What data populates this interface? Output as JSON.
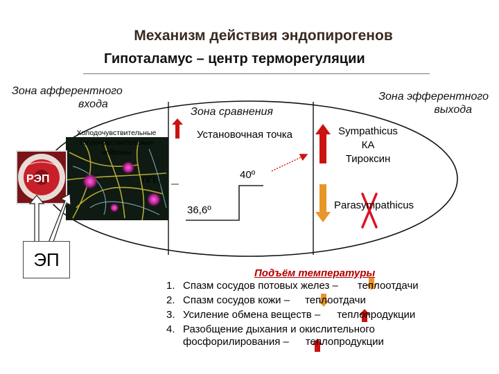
{
  "title": "Механизм действия эндопирогенов",
  "subtitle": "Гипоталамус – центр терморегуляции",
  "zones": {
    "afferent_line1": "Зона афферентного",
    "afferent_line2": "входа",
    "comparison": "Зона сравнения",
    "efferent_line1": "Зона эфферентного",
    "efferent_line2": "выхода"
  },
  "neurons": {
    "line1": "Холодочувствительные",
    "line2": "теплочувствительные",
    "line3": "нейроны"
  },
  "labels": {
    "rep": "РЭП",
    "pge": "ПГЕ",
    "pge_sub": "2",
    "setpoint": "Установочная точка",
    "t_high": "40º",
    "t_low": "36,6º",
    "sympathicus": "Sympathicus",
    "ka": "КА",
    "thyroxin": "Тироксин",
    "parasympathicus": "Parasympathicus",
    "ep": "ЭП"
  },
  "rise": {
    "heading": "Подъём температуры",
    "items": [
      {
        "num": "1.",
        "text_before": "Спазм сосудов потовых желез –",
        "arrow": "down",
        "text_after": "теплоотдачи"
      },
      {
        "num": "2.",
        "text_before": "Спазм сосудов кожи –",
        "arrow": "down",
        "text_after": "теплоотдачи"
      },
      {
        "num": "3.",
        "text_before": "Усиление обмена веществ –",
        "arrow": "up",
        "text_after": "теплопродукции"
      },
      {
        "num": "4.",
        "text_before": "Разобщение дыхания и окислительного",
        "line2_before": "фосфорилирования –",
        "arrow": "up",
        "text_after": "теплопродукции"
      }
    ]
  },
  "colors": {
    "up_arrow": "#cc1111",
    "down_arrow": "#e8952a",
    "cross": "#dd1122",
    "title": "#3a2a20",
    "heading": "#b00000"
  }
}
